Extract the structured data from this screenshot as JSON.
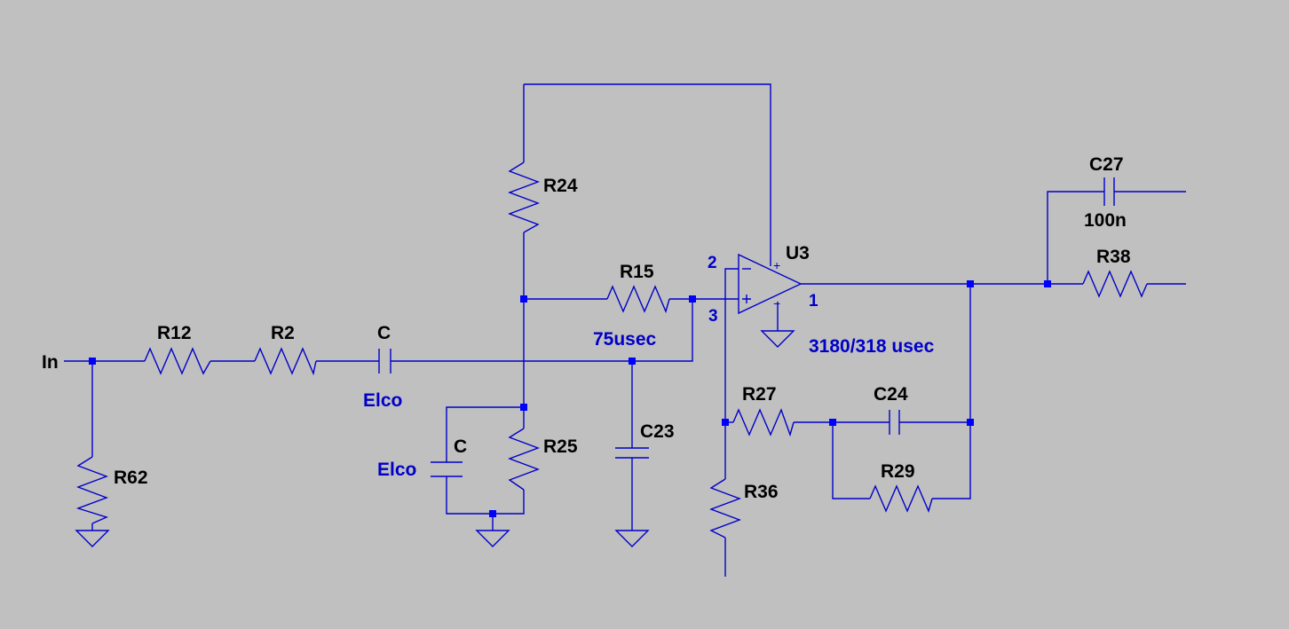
{
  "colors": {
    "background": "#c0c0c0",
    "wire": "#0000c8",
    "junction": "#0000ff",
    "ref_text": "#000000",
    "value_text": "#0000c8"
  },
  "net_labels": {
    "input": "In"
  },
  "components": {
    "R12": {
      "ref": "R12"
    },
    "R2": {
      "ref": "R2"
    },
    "C_in": {
      "ref": "C",
      "value": "Elco"
    },
    "R62": {
      "ref": "R62"
    },
    "R24": {
      "ref": "R24"
    },
    "R15": {
      "ref": "R15"
    },
    "R25": {
      "ref": "R25"
    },
    "C_dec": {
      "ref": "C",
      "value": "Elco"
    },
    "C23": {
      "ref": "C23"
    },
    "U3": {
      "ref": "U3",
      "pin_inv": "2",
      "pin_noninv": "3",
      "pin_out": "1",
      "minus_sign": "−",
      "plus_sign": "+"
    },
    "R27": {
      "ref": "R27"
    },
    "C24": {
      "ref": "C24"
    },
    "R29": {
      "ref": "R29"
    },
    "R36": {
      "ref": "R36"
    },
    "C27": {
      "ref": "C27",
      "value": "100n"
    },
    "R38": {
      "ref": "R38"
    }
  },
  "annotations": {
    "rc_75": "75usec",
    "riaa": "3180/318 usec"
  }
}
